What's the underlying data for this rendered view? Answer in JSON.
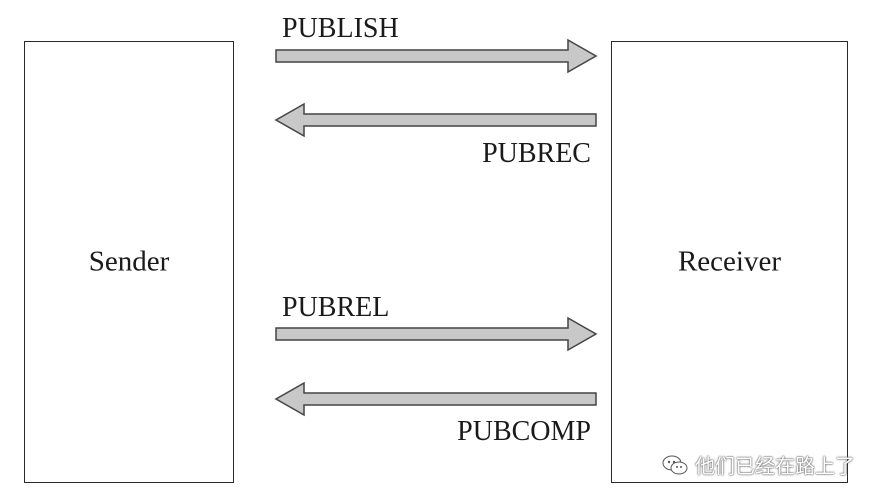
{
  "nodes": {
    "sender": "Sender",
    "receiver": "Receiver"
  },
  "messages": [
    {
      "label": "PUBLISH",
      "direction": "sender-to-receiver"
    },
    {
      "label": "PUBREC",
      "direction": "receiver-to-sender"
    },
    {
      "label": "PUBREL",
      "direction": "sender-to-receiver"
    },
    {
      "label": "PUBCOMP",
      "direction": "receiver-to-sender"
    }
  ],
  "colors": {
    "arrow_fill": "#c8c8c8",
    "arrow_stroke": "#444444",
    "box_border": "#2a2a2a"
  },
  "watermark": {
    "text": "他们已经在路上了",
    "icon": "wechat-icon"
  }
}
